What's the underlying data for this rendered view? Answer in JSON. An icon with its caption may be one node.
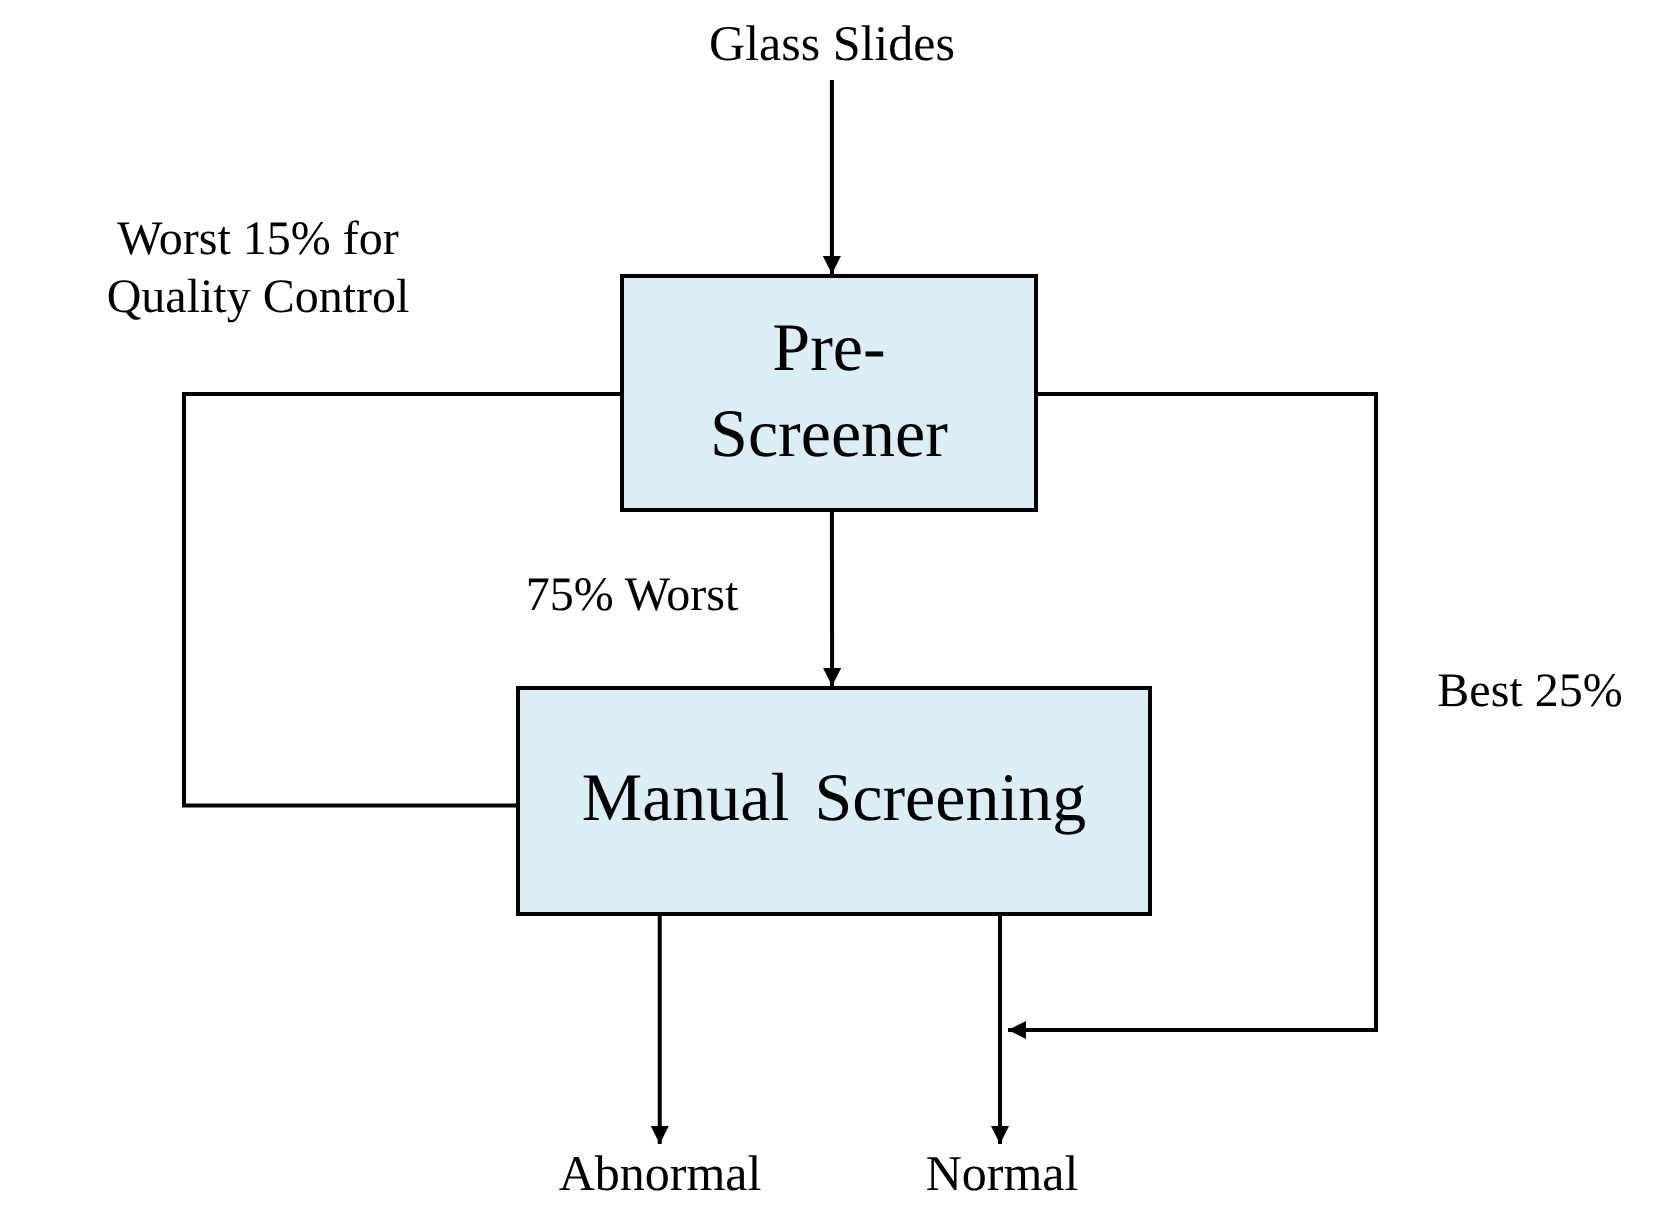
{
  "diagram": {
    "nodes": [
      {
        "text": [
          "Glass Slides"
        ]
      },
      {
        "text": [
          "Pre- Screener"
        ]
      },
      {
        "text": [
          "Manual Screening"
        ]
      },
      {
        "text": [
          "Abnormal"
        ]
      },
      {
        "text": [
          "Normal"
        ]
      }
    ],
    "edges": [
      {
        "from": 0,
        "to": 1,
        "arrow": "to"
      },
      {
        "from": 1,
        "to": 2,
        "arrow": "to",
        "label": "75% Worst"
      },
      {
        "from": 1,
        "to": 2,
        "arrow": "none",
        "label": "Worst 15% for Quality Control"
      },
      {
        "from": 1,
        "to": 4,
        "arrow": "to",
        "label": "Best 25%"
      },
      {
        "from": 2,
        "to": 3,
        "arrow": "to"
      },
      {
        "from": 2,
        "to": 4,
        "arrow": "to"
      }
    ]
  }
}
